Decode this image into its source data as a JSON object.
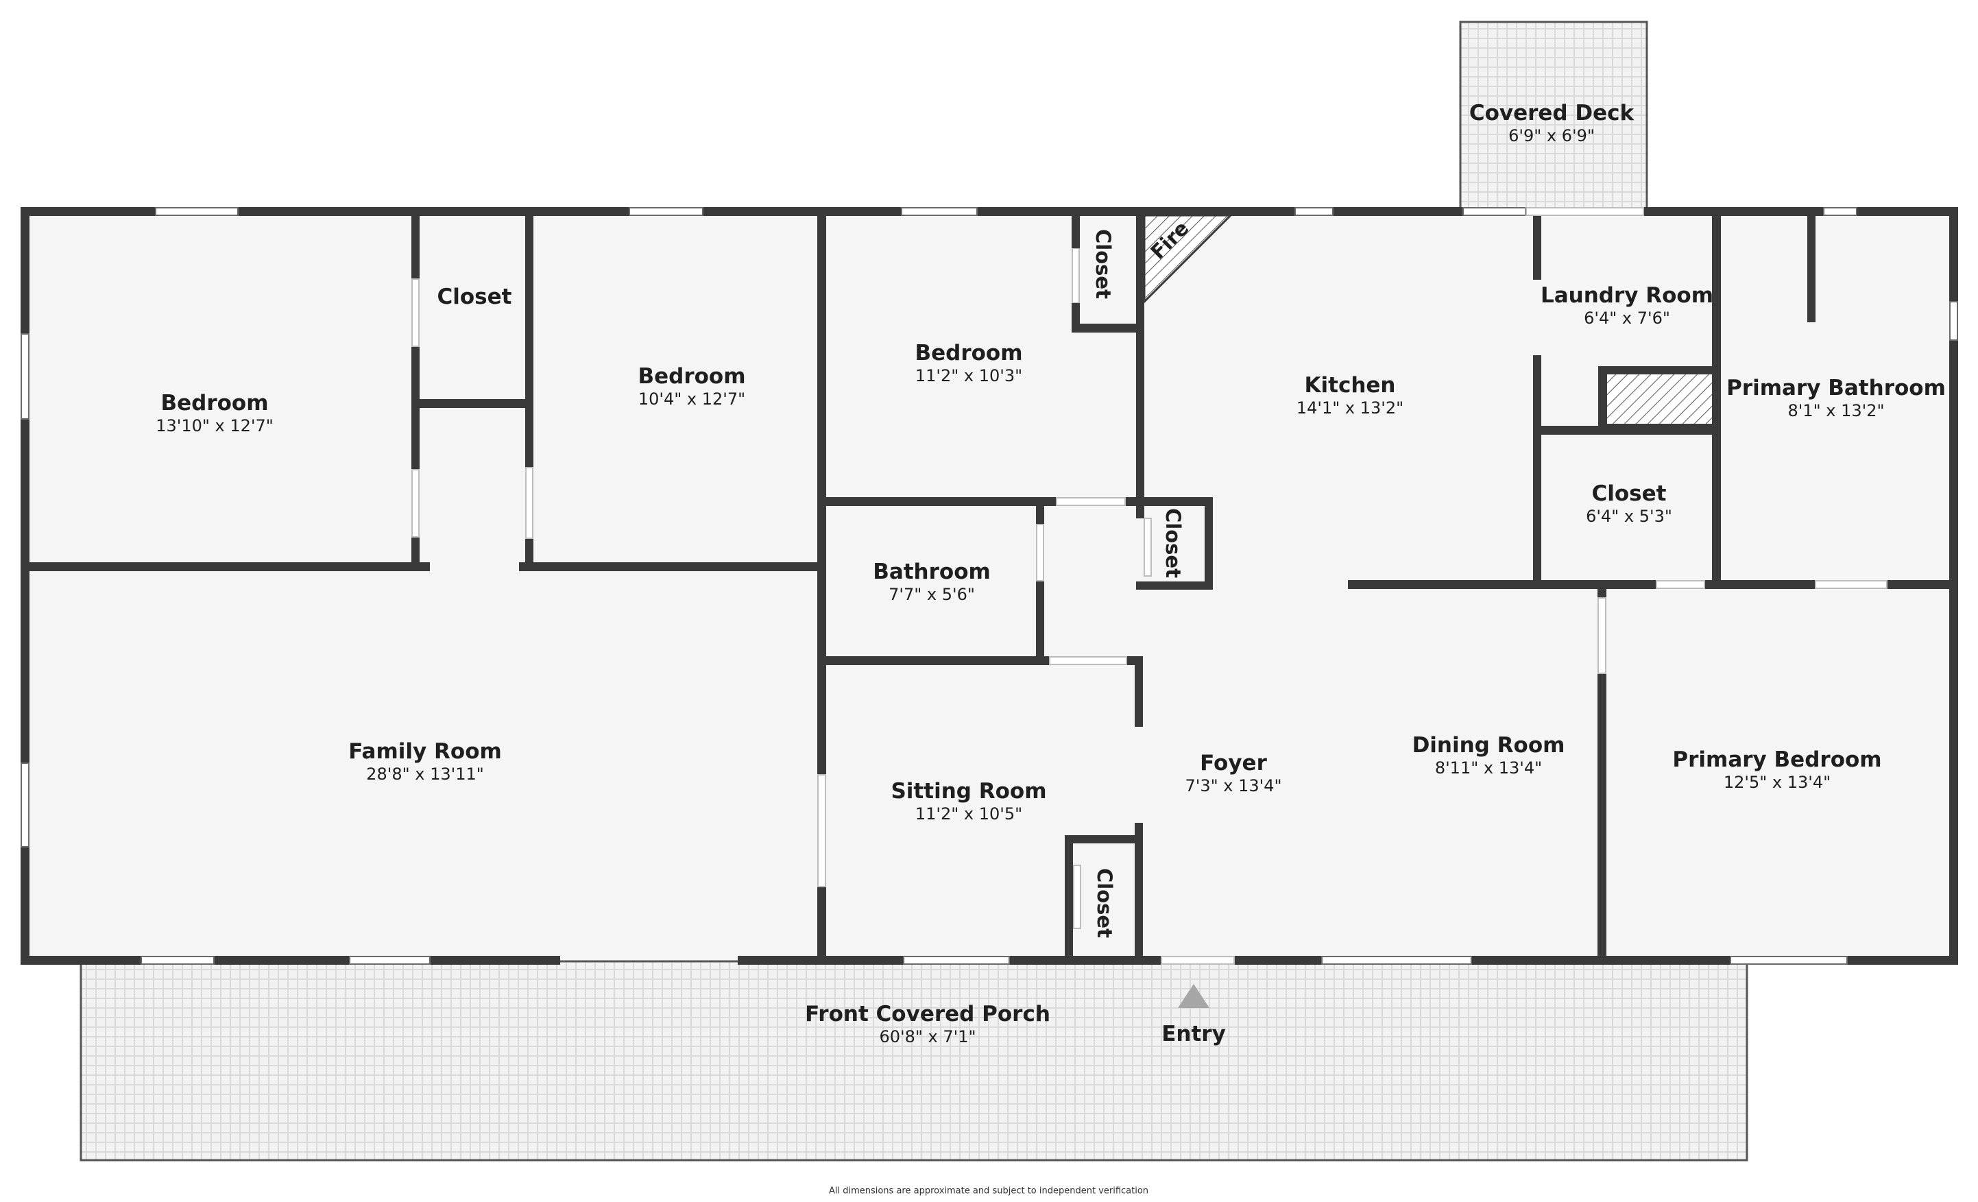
{
  "rooms": {
    "bedroom_1": {
      "name": "Bedroom",
      "dims": "13'10\" x 12'7\""
    },
    "closet_1": {
      "name": "Closet"
    },
    "bedroom_2": {
      "name": "Bedroom",
      "dims": "10'4\" x 12'7\""
    },
    "bedroom_3": {
      "name": "Bedroom",
      "dims": "11'2\" x 10'3\""
    },
    "closet_2": {
      "name": "Closet"
    },
    "fireplace": {
      "name": "Fire"
    },
    "kitchen": {
      "name": "Kitchen",
      "dims": "14'1\" x 13'2\""
    },
    "covered_deck": {
      "name": "Covered Deck",
      "dims": "6'9\" x 6'9\""
    },
    "laundry_room": {
      "name": "Laundry Room",
      "dims": "6'4\" x 7'6\""
    },
    "primary_bathroom": {
      "name": "Primary Bathroom",
      "dims": "8'1\" x 13'2\""
    },
    "closet_3": {
      "name": "Closet"
    },
    "closet_4": {
      "name": "Closet",
      "dims": "6'4\" x 5'3\""
    },
    "bathroom": {
      "name": "Bathroom",
      "dims": "7'7\" x 5'6\""
    },
    "family_room": {
      "name": "Family Room",
      "dims": "28'8\" x 13'11\""
    },
    "sitting_room": {
      "name": "Sitting Room",
      "dims": "11'2\" x 10'5\""
    },
    "closet_5": {
      "name": "Closet"
    },
    "foyer": {
      "name": "Foyer",
      "dims": "7'3\" x 13'4\""
    },
    "dining_room": {
      "name": "Dining Room",
      "dims": "8'11\" x 13'4\""
    },
    "primary_bedroom": {
      "name": "Primary Bedroom",
      "dims": "12'5\" x 13'4\""
    },
    "front_covered_porch": {
      "name": "Front Covered Porch",
      "dims": "60'8\" x 7'1\""
    }
  },
  "entry": {
    "label": "Entry",
    "icon": "entry-arrow-icon"
  },
  "footer": {
    "note": "All dimensions are approximate and subject to independent verification"
  },
  "colors": {
    "wall": "#3a3a3a",
    "floor": "#f5f5f5",
    "porch": "#ececec",
    "text": "#1f1f1f"
  }
}
